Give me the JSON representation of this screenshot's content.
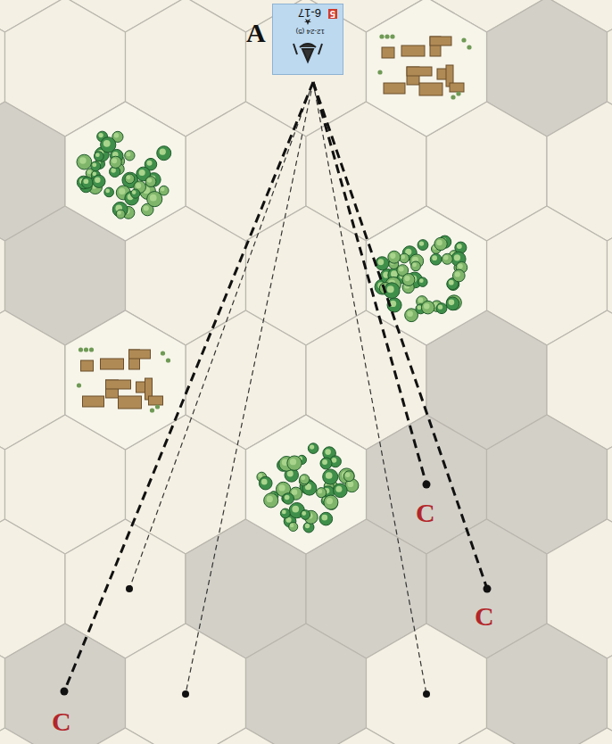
{
  "diagram": {
    "labels": [
      "A",
      "6-17",
      "5",
      "12-24 (5)",
      "C",
      "C",
      "C"
    ]
  }
}
